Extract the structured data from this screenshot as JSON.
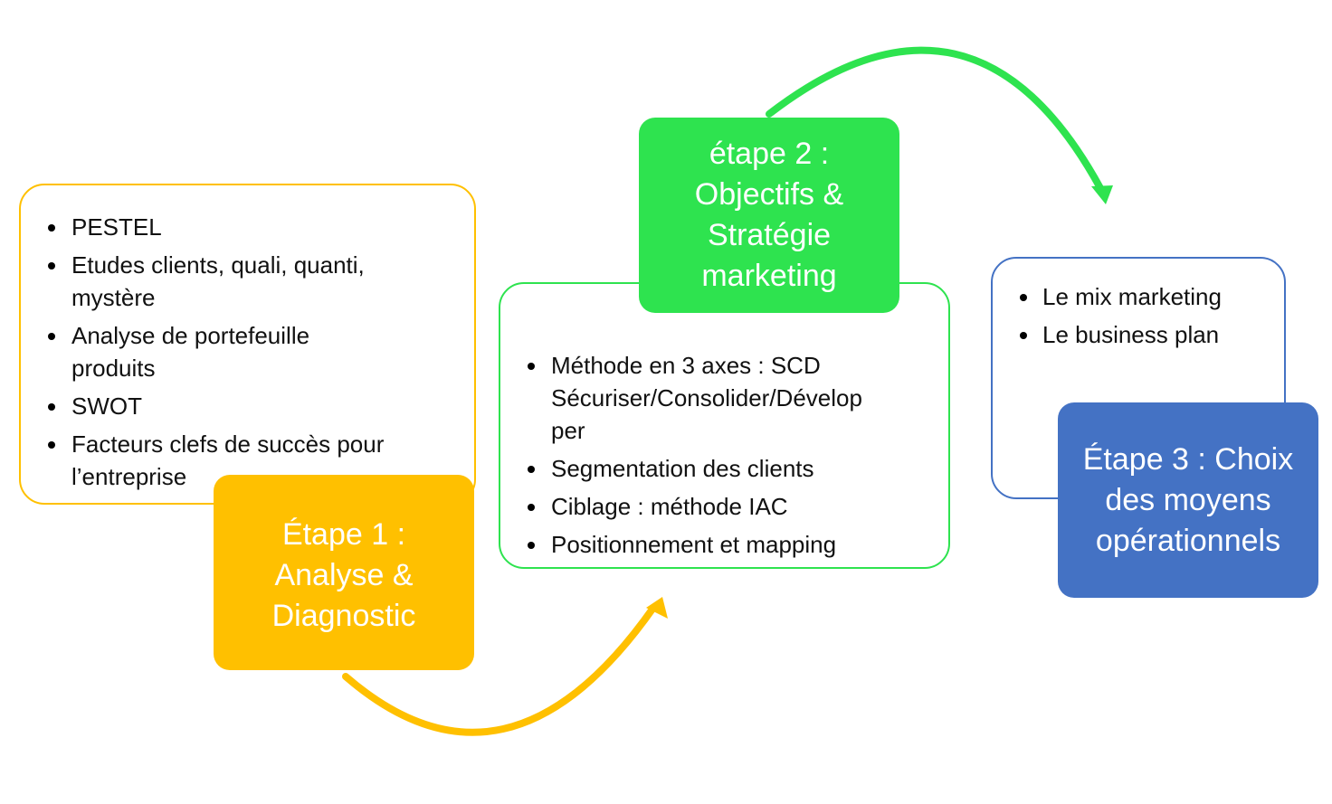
{
  "colors": {
    "step1": "#FFC000",
    "step2": "#2EE34F",
    "step3": "#4472C4",
    "panel1_border": "#FFC000",
    "panel2_border": "#2EE34F",
    "panel3_border": "#4472C4",
    "arrow1": "#FFC000",
    "arrow2": "#2EE34F"
  },
  "step1": {
    "lines": [
      "Étape 1 :",
      "Analyse &",
      "Diagnostic"
    ]
  },
  "step2": {
    "lines": [
      "étape 2 :",
      "Objectifs &",
      "Stratégie",
      "marketing"
    ]
  },
  "step3": {
    "lines": [
      "Étape 3 : Choix",
      "des moyens",
      "opérationnels"
    ]
  },
  "panel1": {
    "items": [
      {
        "lines": [
          "PESTEL"
        ]
      },
      {
        "lines": [
          "Etudes clients, quali, quanti,",
          "mystère"
        ]
      },
      {
        "lines": [
          "Analyse de portefeuille",
          "produits"
        ]
      },
      {
        "lines": [
          "SWOT"
        ]
      },
      {
        "lines": [
          "Facteurs clefs de succès pour",
          "l’entreprise"
        ]
      }
    ]
  },
  "panel2": {
    "items": [
      {
        "lines": [
          "Méthode en 3 axes : SCD",
          "Sécuriser/Consolider/Dévelop",
          "per"
        ]
      },
      {
        "lines": [
          "Segmentation des clients"
        ]
      },
      {
        "lines": [
          "Ciblage : méthode IAC"
        ]
      },
      {
        "lines": [
          "Positionnement et mapping"
        ]
      }
    ]
  },
  "panel3": {
    "items": [
      {
        "lines": [
          "Le mix marketing"
        ]
      },
      {
        "lines": [
          "Le business plan"
        ]
      }
    ]
  }
}
